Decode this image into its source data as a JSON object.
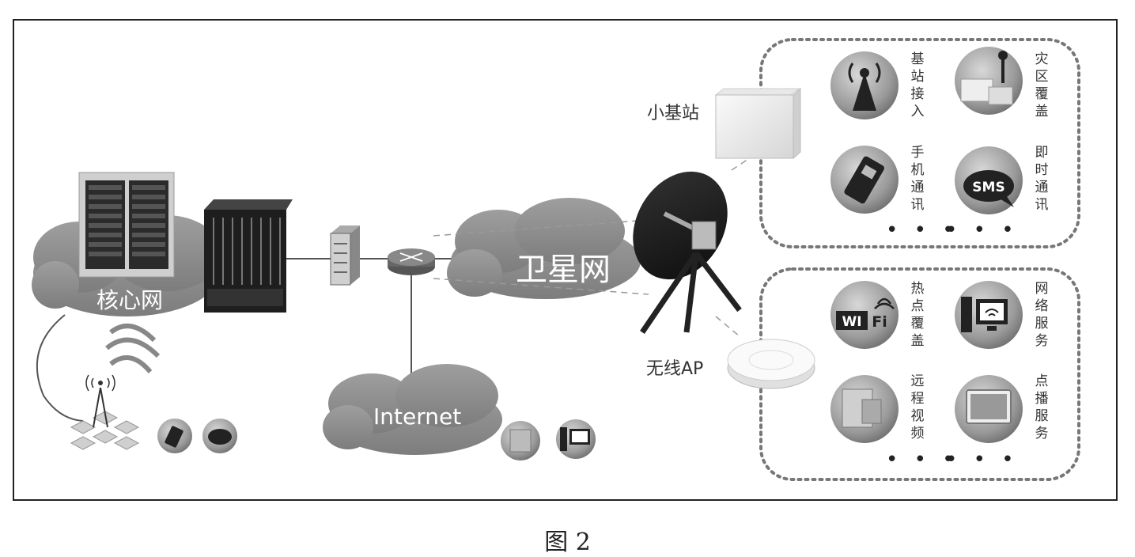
{
  "figure": {
    "caption": "图 2",
    "labels": {
      "core_network": "核心网",
      "satellite_network": "卫星网",
      "internet": "Internet",
      "small_cell": "小基站",
      "wireless_ap": "无线AP"
    },
    "small_cell_services": [
      {
        "label": "基站接入",
        "icon": "signal-tower-icon"
      },
      {
        "label": "灾区覆盖",
        "icon": "disaster-area-icon"
      },
      {
        "label": "手机通讯",
        "icon": "mobile-phone-icon"
      },
      {
        "label": "即时通讯",
        "icon": "sms-bubble-icon"
      }
    ],
    "ap_services": [
      {
        "label": "热点覆盖",
        "icon": "wifi-logo-icon"
      },
      {
        "label": "网络服务",
        "icon": "computer-wifi-icon"
      },
      {
        "label": "远程视频",
        "icon": "video-icon"
      },
      {
        "label": "点播服务",
        "icon": "tablet-icon"
      }
    ],
    "ellipsis": "• • •",
    "sms_text": "SMS",
    "wifi_logo_text": {
      "wi": "WI",
      "fi": "Fi"
    }
  }
}
